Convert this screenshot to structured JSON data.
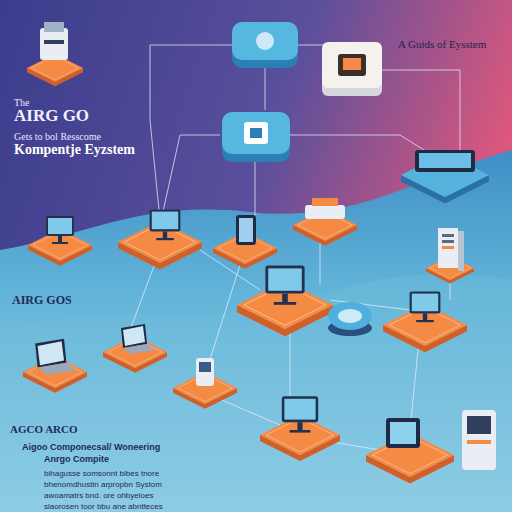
{
  "diagram": {
    "title": "AIRG GO",
    "labels": [
      "The",
      "Gets to bol Resscome",
      "Kompentje Eyzstem",
      "A Guids of Eysstem",
      "AIRG GOS",
      "AGCO ARCO",
      "Aigoo Componecsal/ Woneering",
      "Anrgo Compite",
      "bihagusse somsonnt bibes tnore",
      "bhenomdhustin arpropbn Systom",
      "awoamatrs bnd. ore ohbyeloes",
      "slaorosen toor bbu ane abntteces"
    ]
  }
}
